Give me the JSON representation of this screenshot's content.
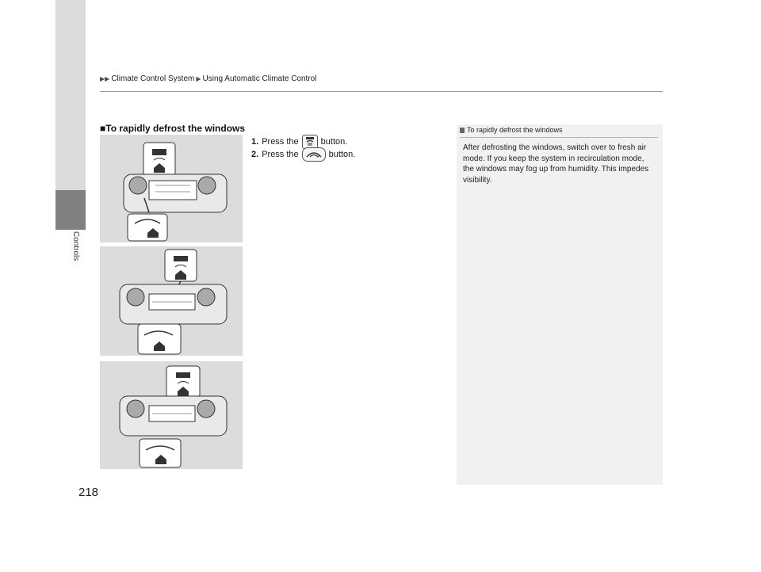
{
  "breadcrumb": {
    "items": [
      "Climate Control System",
      "Using Automatic Climate Control"
    ]
  },
  "side_tab": {
    "label": "Controls"
  },
  "page_number": "218",
  "section": {
    "title": "■To rapidly defrost the windows",
    "steps": [
      {
        "num": "1.",
        "before": "Press the",
        "icon": "front-defrost-icon",
        "after": "button."
      },
      {
        "num": "2.",
        "before": "Press the",
        "icon": "recirculation-icon",
        "after": "button."
      }
    ]
  },
  "figures": [
    {
      "panel_variant": "type-a"
    },
    {
      "panel_variant": "type-b"
    },
    {
      "panel_variant": "type-c"
    }
  ],
  "note": {
    "heading": "To rapidly defrost the windows",
    "body": "After defrosting the windows, switch over to fresh air mode. If you keep the system in recirculation mode, the windows may fog up from humidity. This impedes visibility."
  },
  "colors": {
    "panel_bg": "#dcdcdc",
    "side_tab": "#808080",
    "note_bg": "#f1f1f1"
  }
}
